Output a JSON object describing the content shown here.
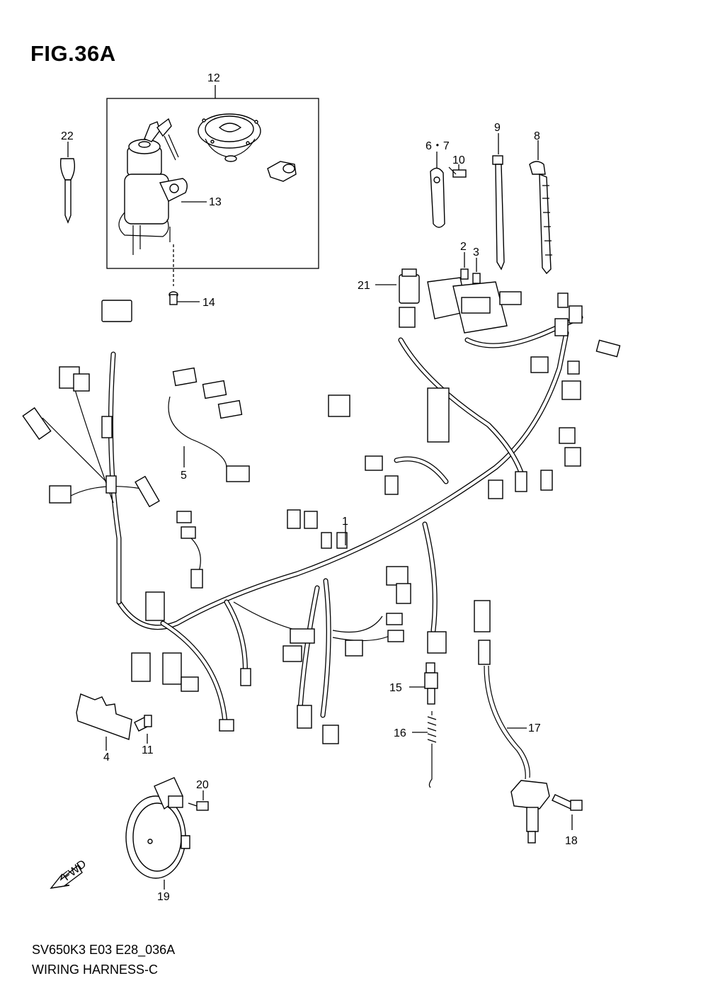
{
  "figure": {
    "title": "FIG.36A",
    "code": "SV650K3 E03 E28_036A",
    "name": "WIRING HARNESS-C"
  },
  "callouts": [
    {
      "id": "c12",
      "label": "12"
    },
    {
      "id": "c13",
      "label": "13"
    },
    {
      "id": "c14",
      "label": "14"
    },
    {
      "id": "c22",
      "label": "22"
    },
    {
      "id": "c67",
      "label": "6・7"
    },
    {
      "id": "c10",
      "label": "10"
    },
    {
      "id": "c9",
      "label": "9"
    },
    {
      "id": "c8",
      "label": "8"
    },
    {
      "id": "c2",
      "label": "2"
    },
    {
      "id": "c3",
      "label": "3"
    },
    {
      "id": "c21",
      "label": "21"
    },
    {
      "id": "c5",
      "label": "5"
    },
    {
      "id": "c1",
      "label": "1"
    },
    {
      "id": "c15",
      "label": "15"
    },
    {
      "id": "c16",
      "label": "16"
    },
    {
      "id": "c17",
      "label": "17"
    },
    {
      "id": "c4",
      "label": "4"
    },
    {
      "id": "c11",
      "label": "11"
    },
    {
      "id": "c20",
      "label": "20"
    },
    {
      "id": "c18",
      "label": "18"
    },
    {
      "id": "c19",
      "label": "19"
    }
  ],
  "fwd_marker": "FWD"
}
